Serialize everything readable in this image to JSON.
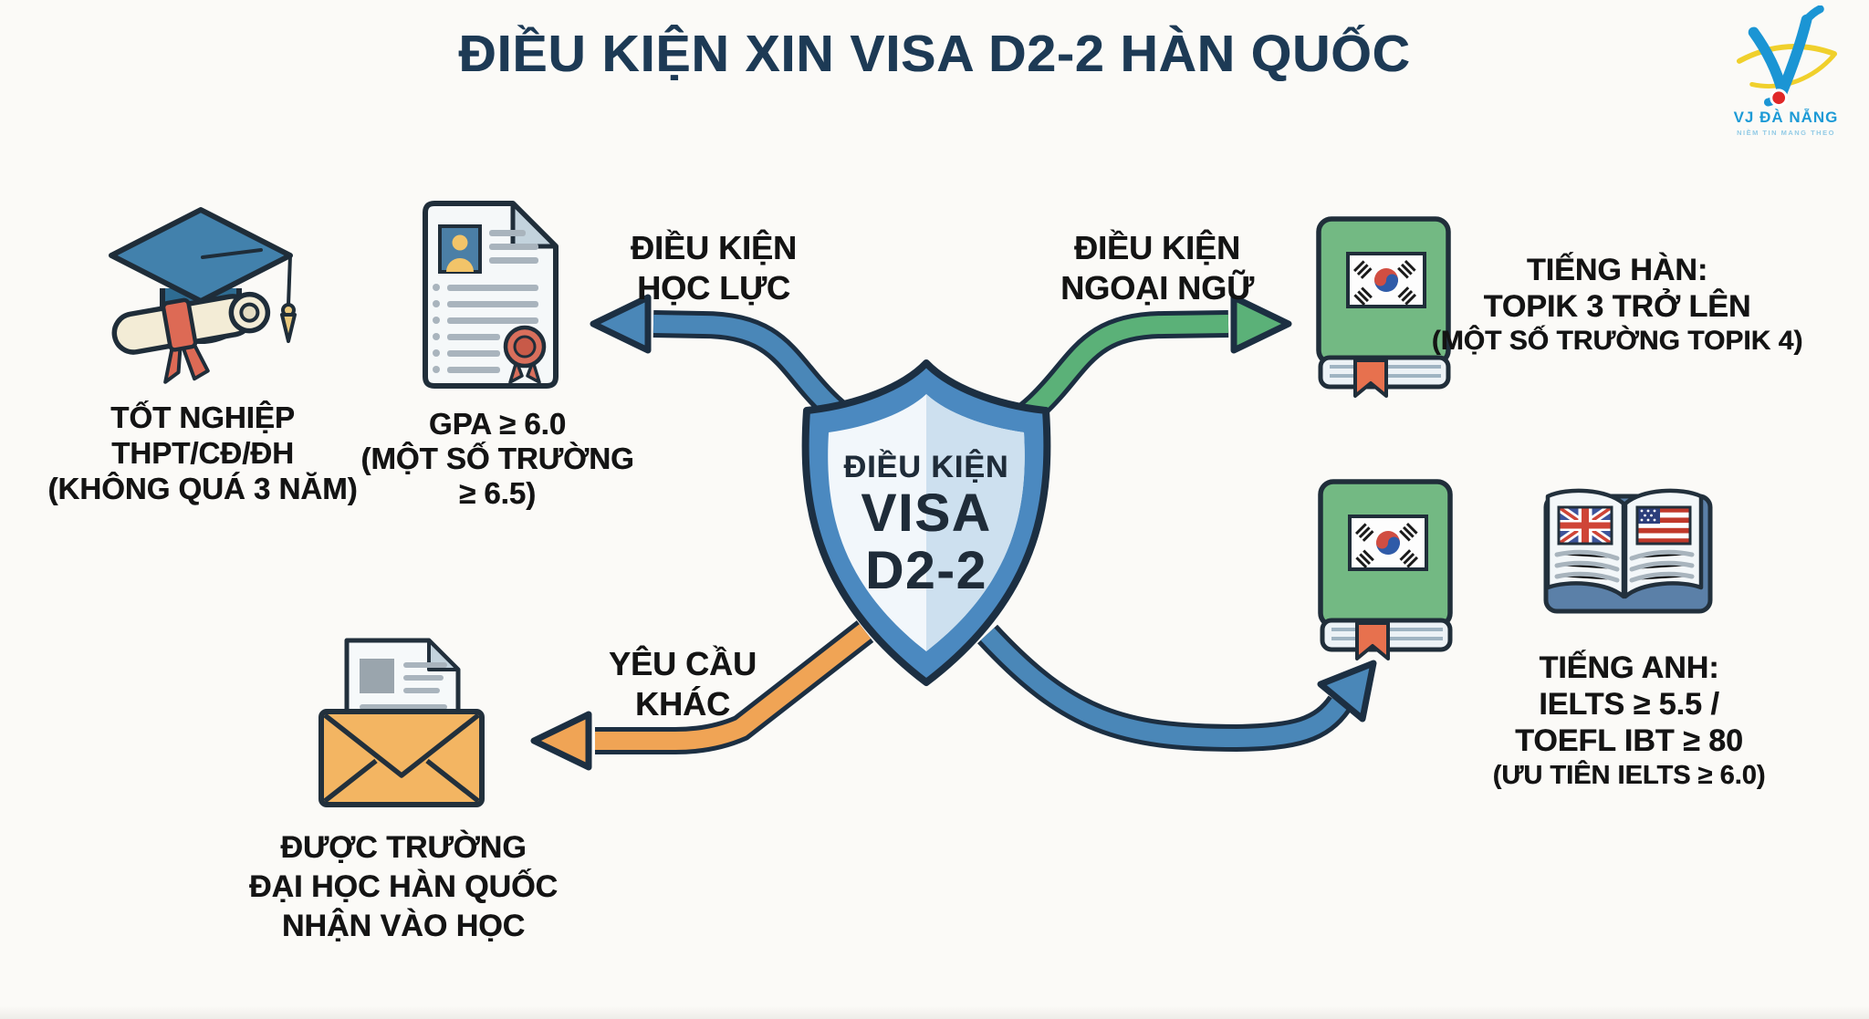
{
  "title": "ĐIỀU KIỆN XIN VISA D2-2 HÀN QUỐC",
  "logo": {
    "icon": "vj-danang-logo",
    "brand": "VJ ĐÀ NẴNG",
    "tagline": "NIỀM TIN MANG THEO"
  },
  "shield": {
    "icon": "shield-badge",
    "line1": "ĐIỀU KIỆN",
    "line2": "VISA",
    "line3": "D2-2"
  },
  "branches": {
    "academic": {
      "label": "ĐIỀU KIỆN\nHỌC LỰC",
      "arrow_color": "#4a87b8"
    },
    "language": {
      "label": "ĐIỀU KIỆN\nNGOẠI NGỮ",
      "arrow_color": "#5bb178"
    },
    "other": {
      "label": "YÊU CẦU\nKHÁC",
      "arrow_color": "#f0a455"
    },
    "english_route": {
      "label": "",
      "arrow_color": "#4a87b8"
    }
  },
  "nodes": {
    "graduation": {
      "icon": "graduation-cap-diploma-icon",
      "label": "TỐT NGHIỆP\nTHPT/CĐ/ĐH\n(KHÔNG QUÁ 3 NĂM)"
    },
    "gpa": {
      "icon": "transcript-certificate-icon",
      "label": "GPA ≥ 6.0\n(MỘT SỐ TRƯỜNG\n≥ 6.5)"
    },
    "korean": {
      "icon": "korean-flag-textbook-icon",
      "label_main": "TIẾNG HÀN:\nTOPIK 3 TRỞ LÊN",
      "label_sub": "(MỘT SỐ TRƯỜNG TOPIK 4)"
    },
    "english": {
      "icon": "korean-textbook-and-open-book-flags-icon",
      "label_main": "TIẾNG ANH:\nIELTS ≥ 5.5 /\nTOEFL IBT ≥ 80",
      "label_sub": "(ƯU TIÊN IELTS ≥ 6.0)"
    },
    "admission": {
      "icon": "acceptance-letter-envelope-icon",
      "label": "ĐƯỢC TRƯỜNG\nĐẠI HỌC HÀN QUỐC\nNHẬN VÀO HỌC"
    }
  },
  "colors": {
    "background": "#fbfaf7",
    "title": "#1d3a55",
    "text": "#141414",
    "outline": "#1c2f42",
    "arrow_blue": "#4a87b8",
    "arrow_green": "#5bb178",
    "arrow_orange": "#f0a455",
    "shield_blue": "#4b89c0",
    "shield_inner_left": "#f2f7fb",
    "shield_inner_right": "#cde0ef"
  }
}
